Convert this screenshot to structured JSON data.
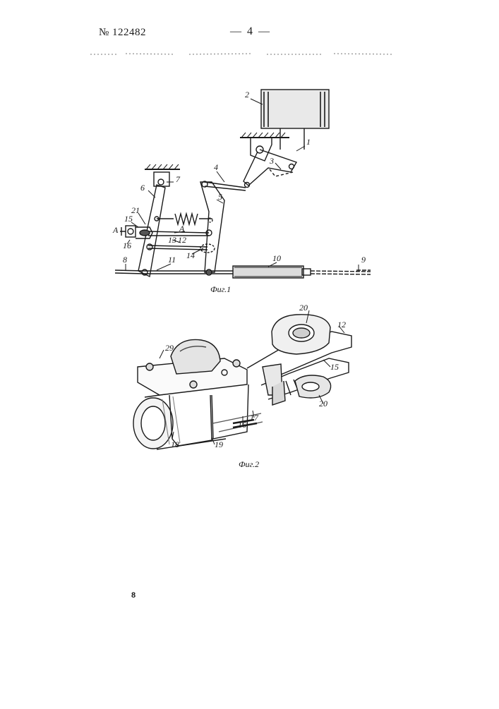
{
  "header": {
    "patent_number": "№ 122482",
    "page_number": "— 4 —"
  },
  "figure1": {
    "caption": "Фиг.1",
    "labels": [
      "1",
      "2",
      "3",
      "4",
      "5",
      "6",
      "7",
      "8",
      "9",
      "10",
      "11",
      "12",
      "13",
      "14",
      "15",
      "16",
      "21",
      "A",
      "A"
    ]
  },
  "figure2": {
    "caption": "Фиг.2",
    "labels": [
      "12",
      "15",
      "16",
      "17",
      "18",
      "19",
      "20",
      "20",
      "29"
    ]
  },
  "footer": {
    "mark": "8"
  }
}
